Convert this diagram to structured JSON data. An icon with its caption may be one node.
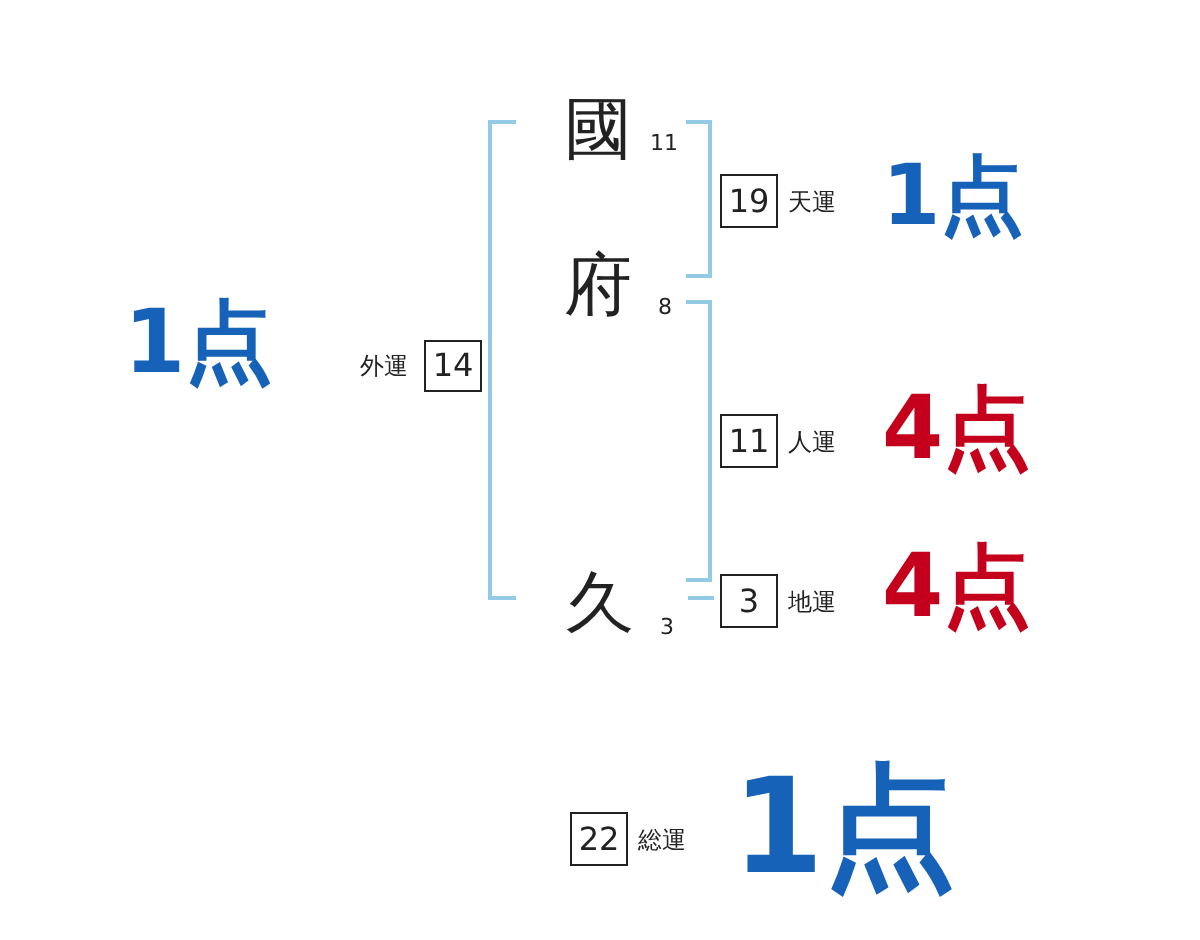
{
  "diagram": {
    "nodes": [
      {
        "text": [
          "19"
        ],
        "beside": [
          "天運",
          "1点"
        ]
      },
      {
        "text": [
          "14"
        ],
        "beside": [
          "外運",
          "1点"
        ]
      },
      {
        "text": [
          "11"
        ],
        "beside": [
          "人運",
          "4点"
        ]
      },
      {
        "text": [
          "3"
        ],
        "beside": [
          "地運",
          "4点"
        ]
      },
      {
        "text": [
          "22"
        ],
        "beside": [
          "総運",
          "1点"
        ]
      }
    ],
    "labels": [
      "國",
      "11",
      "府",
      "8",
      "久",
      "3"
    ]
  }
}
